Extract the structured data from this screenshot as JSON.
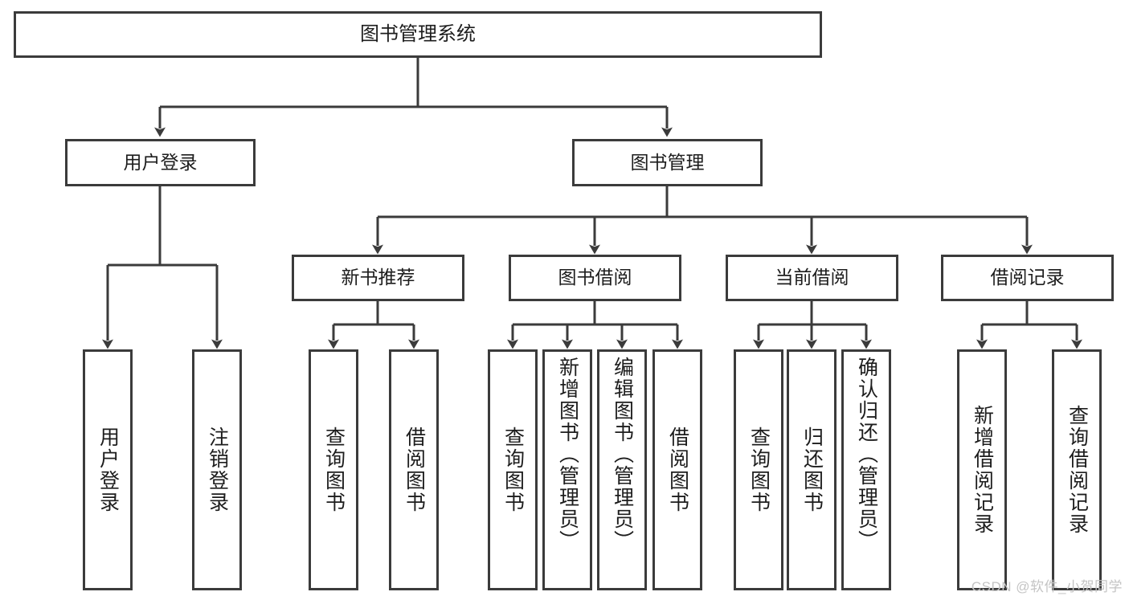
{
  "diagram": {
    "title": "图书管理系统",
    "type": "tree",
    "colors": {
      "box_border": "#3b3b3b",
      "box_fill": "#ffffff",
      "edge": "#3b3b3b",
      "text": "#1d1d1d",
      "watermark": "#c4c4c4"
    },
    "root": {
      "label": "图书管理系统"
    },
    "level1": [
      {
        "label": "用户登录"
      },
      {
        "label": "图书管理"
      }
    ],
    "level2": [
      {
        "label": "新书推荐"
      },
      {
        "label": "图书借阅"
      },
      {
        "label": "当前借阅"
      },
      {
        "label": "借阅记录"
      }
    ],
    "leaves": {
      "user_login": [
        {
          "label": "用户登录"
        },
        {
          "label": "注销登录"
        }
      ],
      "new_book_recommend": [
        {
          "label": "查询图书"
        },
        {
          "label": "借阅图书"
        }
      ],
      "book_borrow": [
        {
          "label": "查询图书"
        },
        {
          "label": "新增图书（管理员）"
        },
        {
          "label": "编辑图书（管理员）"
        },
        {
          "label": "借阅图书"
        }
      ],
      "current_borrow": [
        {
          "label": "查询图书"
        },
        {
          "label": "归还图书"
        },
        {
          "label": "确认归还（管理员）"
        }
      ],
      "borrow_record": [
        {
          "label": "新增借阅记录"
        },
        {
          "label": "查询借阅记录"
        }
      ]
    }
  },
  "watermark": {
    "text": "CSDN @软件_小贺同学"
  }
}
